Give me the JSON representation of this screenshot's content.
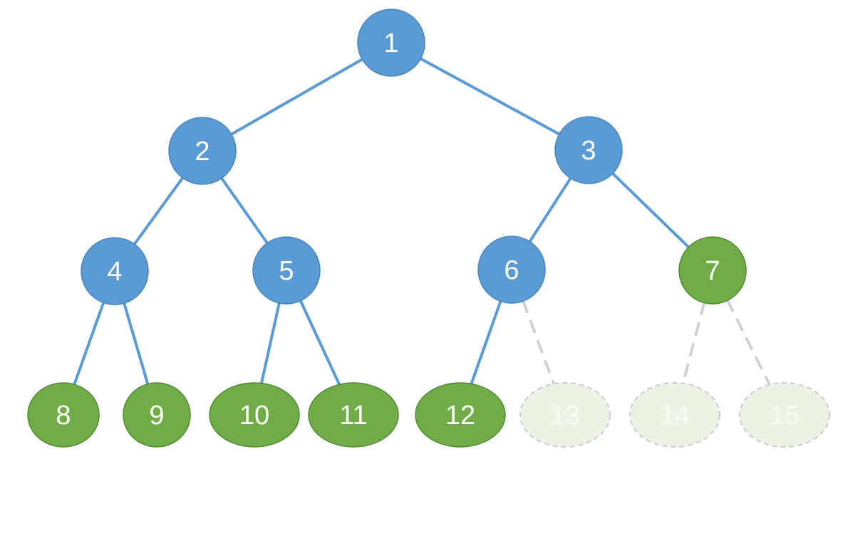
{
  "nodes": [
    {
      "id": "1",
      "label": "1",
      "kind": "internal"
    },
    {
      "id": "2",
      "label": "2",
      "kind": "internal"
    },
    {
      "id": "3",
      "label": "3",
      "kind": "internal"
    },
    {
      "id": "4",
      "label": "4",
      "kind": "internal"
    },
    {
      "id": "5",
      "label": "5",
      "kind": "internal"
    },
    {
      "id": "6",
      "label": "6",
      "kind": "internal"
    },
    {
      "id": "7",
      "label": "7",
      "kind": "leaf"
    },
    {
      "id": "8",
      "label": "8",
      "kind": "leaf"
    },
    {
      "id": "9",
      "label": "9",
      "kind": "leaf"
    },
    {
      "id": "10",
      "label": "10",
      "kind": "leaf"
    },
    {
      "id": "11",
      "label": "11",
      "kind": "leaf"
    },
    {
      "id": "12",
      "label": "12",
      "kind": "leaf"
    },
    {
      "id": "13",
      "label": "13",
      "kind": "ghost"
    },
    {
      "id": "14",
      "label": "14",
      "kind": "ghost"
    },
    {
      "id": "15",
      "label": "15",
      "kind": "ghost"
    }
  ],
  "edges": [
    {
      "from": "1",
      "to": "2",
      "style": "solid"
    },
    {
      "from": "1",
      "to": "3",
      "style": "solid"
    },
    {
      "from": "2",
      "to": "4",
      "style": "solid"
    },
    {
      "from": "2",
      "to": "5",
      "style": "solid"
    },
    {
      "from": "3",
      "to": "6",
      "style": "solid"
    },
    {
      "from": "3",
      "to": "7",
      "style": "solid"
    },
    {
      "from": "4",
      "to": "8",
      "style": "solid"
    },
    {
      "from": "4",
      "to": "9",
      "style": "solid"
    },
    {
      "from": "5",
      "to": "10",
      "style": "solid"
    },
    {
      "from": "5",
      "to": "11",
      "style": "solid"
    },
    {
      "from": "6",
      "to": "12",
      "style": "solid"
    },
    {
      "from": "6",
      "to": "13",
      "style": "dashed"
    },
    {
      "from": "7",
      "to": "14",
      "style": "dashed"
    },
    {
      "from": "7",
      "to": "15",
      "style": "dashed"
    }
  ],
  "colors": {
    "internal_node": "#5b9bd5",
    "leaf_node": "#70ad47",
    "ghost_node": "#ecf3e4",
    "edge": "#5b9bd5",
    "dashed_edge": "#cfd1d8"
  }
}
